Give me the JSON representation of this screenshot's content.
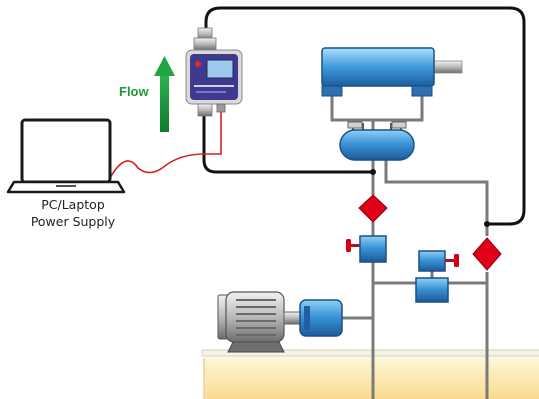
{
  "labels": {
    "flow": "Flow",
    "device_caption_line1": "PC/Laptop",
    "device_caption_line2": "Power Supply"
  },
  "colors": {
    "pipe": "#7a7a7a",
    "cable": "#111111",
    "signal_wire": "#d42020",
    "component_blue": "#2f7fc4",
    "valve_red": "#e0001a",
    "flow_arrow": "#13883a",
    "tank_fluid": "#fbe6a6"
  },
  "icons": {
    "computer": "laptop-icon",
    "sensor": "flow-meter-icon",
    "motor": "electric-motor-icon"
  }
}
